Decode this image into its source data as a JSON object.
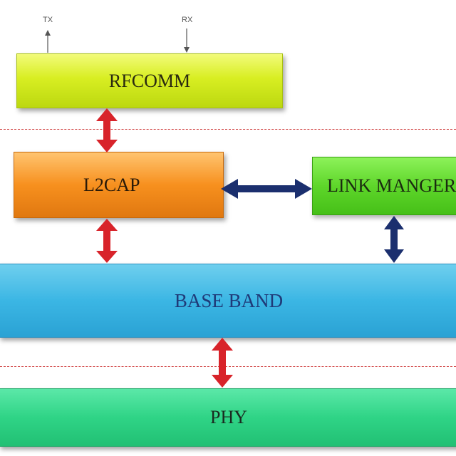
{
  "blocks": {
    "rfcomm": "RFCOMM",
    "l2cap": "L2CAP",
    "link_manager": "LINK MANGER",
    "base_band": "BASE BAND",
    "phy": "PHY"
  },
  "ports": {
    "tx": "TX",
    "rx": "RX"
  },
  "colors": {
    "red_arrow": "#d8232a",
    "blue_arrow": "#1b2f6e",
    "divider": "#d04040"
  }
}
